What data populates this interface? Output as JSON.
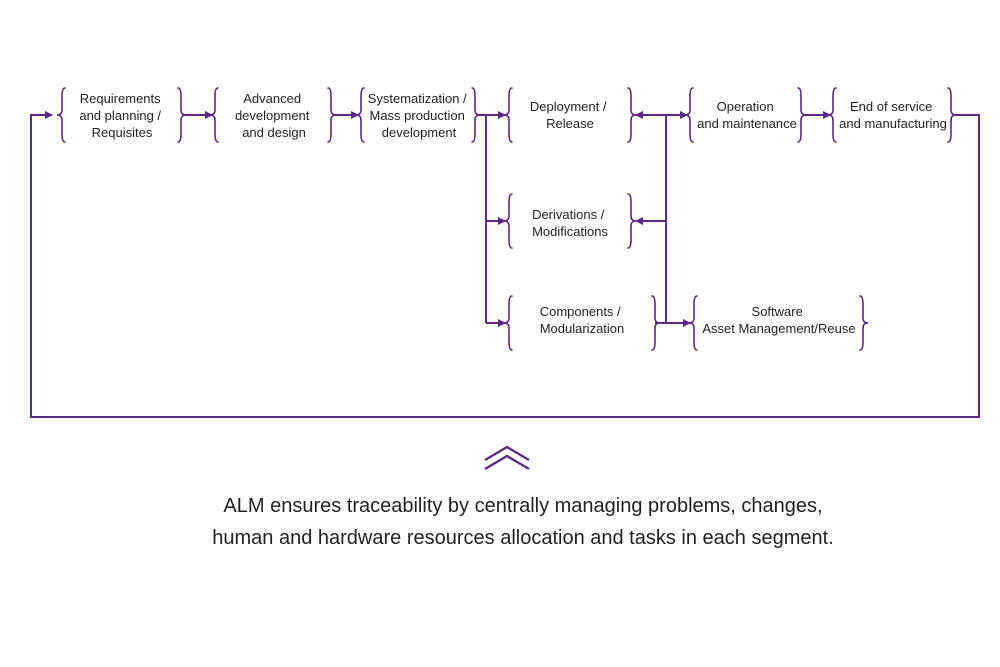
{
  "colors": {
    "line": "#5c2a86",
    "text": "#231f20"
  },
  "stages": {
    "requirements": [
      "Requirements",
      "and planning /",
      "Requisites"
    ],
    "advanced_dev": [
      "Advanced",
      "development",
      "and design"
    ],
    "systematization": [
      "Systematization /",
      "Mass production",
      "development"
    ],
    "deployment": [
      "Deployment /",
      "Release"
    ],
    "operation": [
      "Operation",
      "and maintenance"
    ],
    "end_of_service": [
      "End of service",
      "and manufacturing"
    ],
    "derivations": [
      "Derivations /",
      "Modifications"
    ],
    "components": [
      "Components /",
      "Modularization"
    ],
    "software": [
      "Software",
      "Asset Management/Reuse"
    ]
  },
  "icons": {
    "up": "double-chevron-up-icon"
  },
  "caption": {
    "line1": "ALM ensures traceability by centrally managing problems, changes,",
    "line2": "human and hardware resources allocation and tasks in each segment."
  }
}
